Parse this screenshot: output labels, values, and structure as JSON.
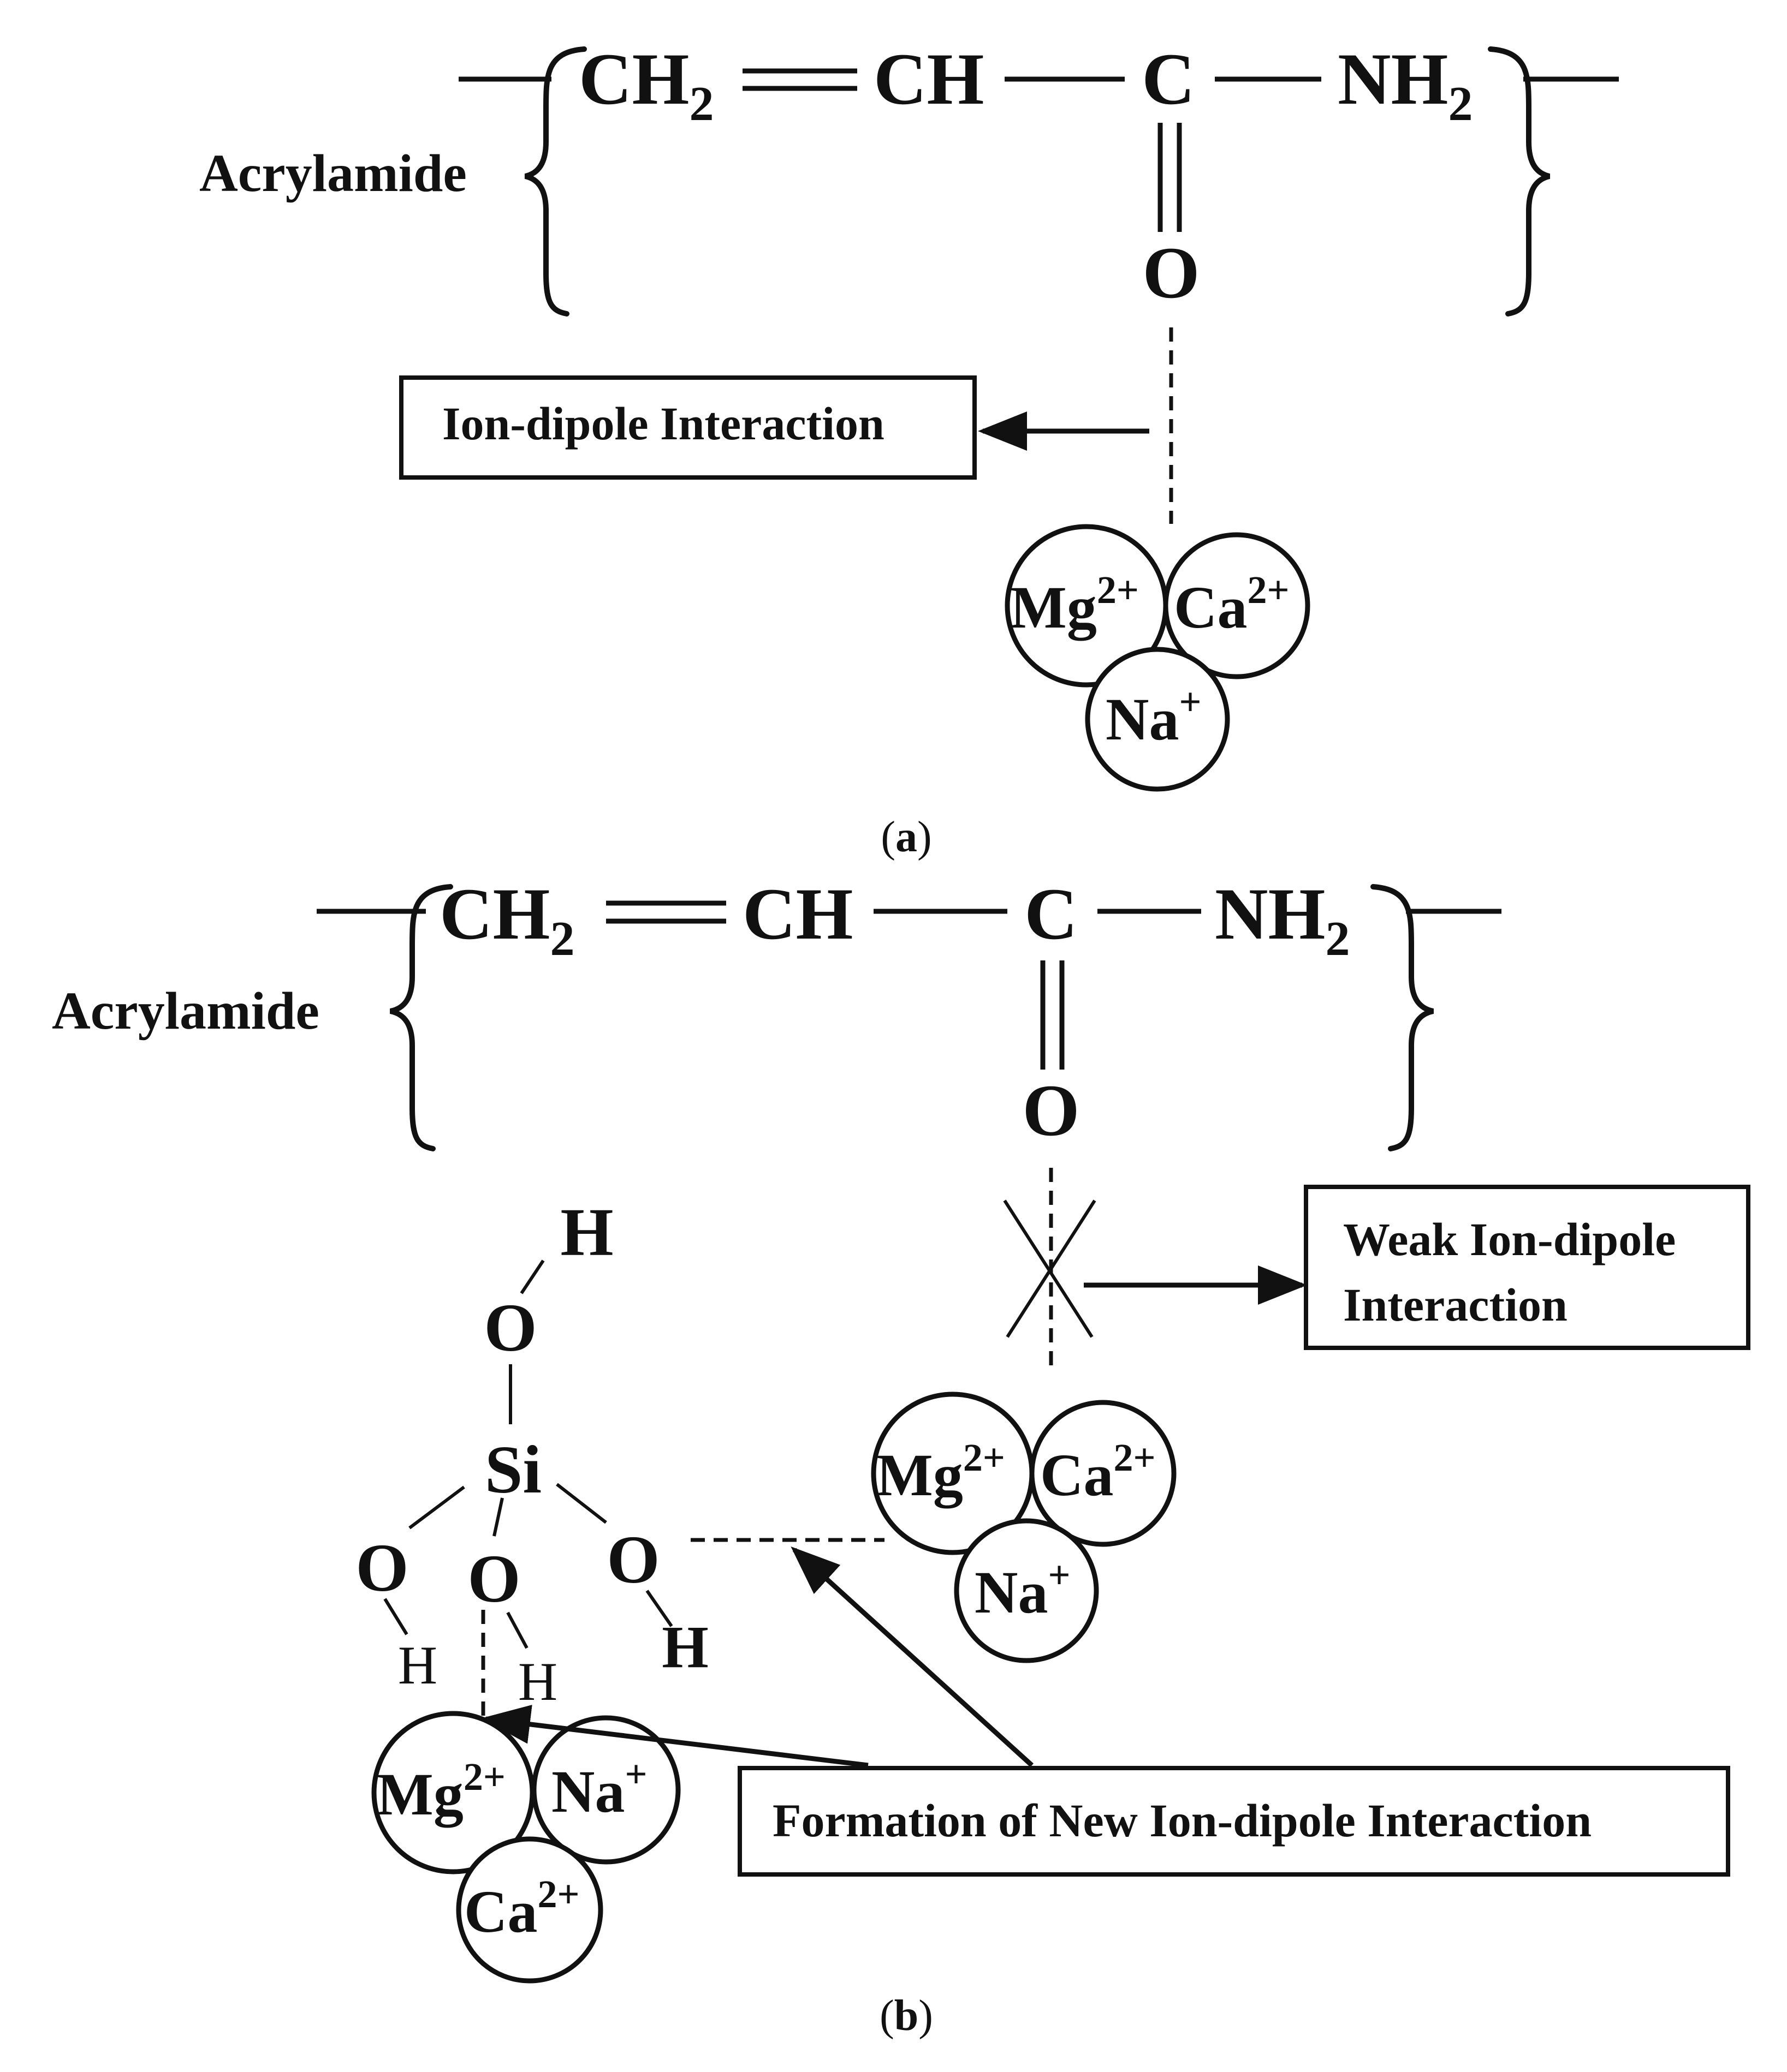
{
  "panel_a": {
    "caption_open": "(",
    "caption_letter": "a",
    "caption_close": ")",
    "monomer_label": "Acrylamide",
    "atoms": {
      "ch2": "CH",
      "ch2_sub": "2",
      "ch": "CH",
      "c": "C",
      "nh2": "NH",
      "nh2_sub": "2",
      "o": "O"
    },
    "callout": "Ion-dipole Interaction",
    "ions": [
      {
        "symbol": "Mg",
        "charge": "2+"
      },
      {
        "symbol": "Ca",
        "charge": "2+"
      },
      {
        "symbol": "Na",
        "charge": "+"
      }
    ]
  },
  "panel_b": {
    "caption_open": "(",
    "caption_letter": "b",
    "caption_close": ")",
    "monomer_label": "Acrylamide",
    "atoms": {
      "ch2": "CH",
      "ch2_sub": "2",
      "ch": "CH",
      "c": "C",
      "nh2": "NH",
      "nh2_sub": "2",
      "o": "O"
    },
    "weak_callout_line1": "Weak Ion-dipole",
    "weak_callout_line2": "Interaction",
    "silanol": {
      "si": "Si",
      "o_top": "O",
      "h_top": "H",
      "o_left": "O",
      "h_left": "H",
      "o_mid": "O",
      "h_mid": "H",
      "o_right": "O",
      "h_right": "H"
    },
    "ions_right": [
      {
        "symbol": "Mg",
        "charge": "2+"
      },
      {
        "symbol": "Ca",
        "charge": "2+"
      },
      {
        "symbol": "Na",
        "charge": "+"
      }
    ],
    "ions_left": [
      {
        "symbol": "Mg",
        "charge": "2+"
      },
      {
        "symbol": "Na",
        "charge": "+"
      },
      {
        "symbol": "Ca",
        "charge": "2+"
      }
    ],
    "new_callout": "Formation of New Ion-dipole Interaction"
  }
}
